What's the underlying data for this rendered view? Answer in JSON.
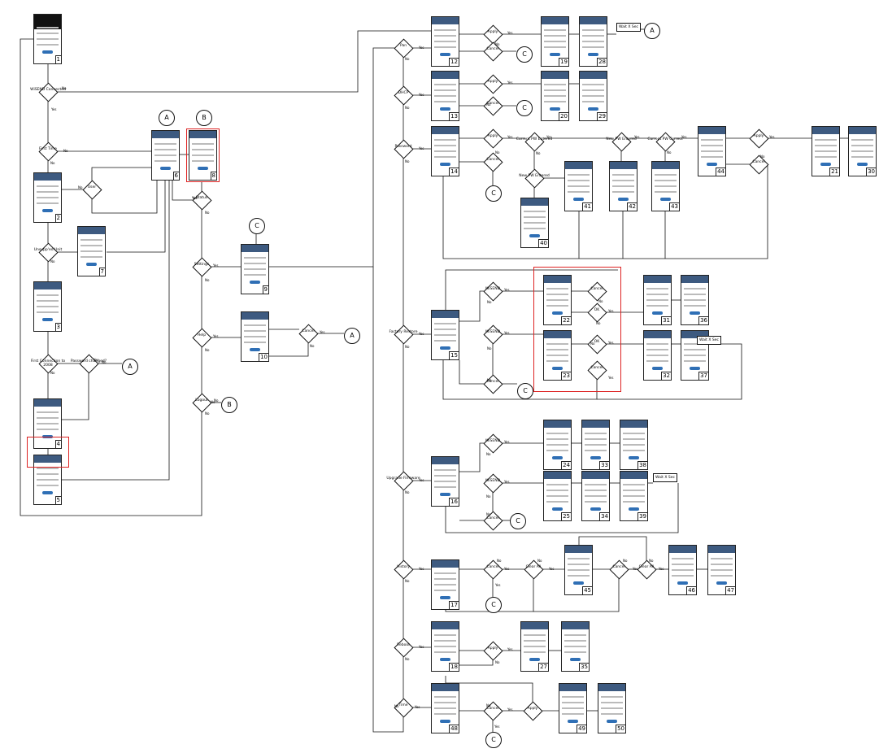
{
  "screens": [
    "1",
    "2",
    "3",
    "4",
    "5",
    "6",
    "7",
    "8",
    "9",
    "10",
    "12",
    "13",
    "14",
    "15",
    "16",
    "17",
    "18",
    "19",
    "20",
    "21",
    "22",
    "23",
    "24",
    "25",
    "27",
    "28",
    "29",
    "30",
    "31",
    "32",
    "33",
    "34",
    "35",
    "36",
    "37",
    "38",
    "39",
    "40",
    "41",
    "42",
    "43",
    "44",
    "45",
    "46",
    "47",
    "48",
    "49",
    "50"
  ],
  "decisions": {
    "d_ws_connected": "WiSEND Connected",
    "d_first_time": "First Time",
    "d_user": "User",
    "d_unsupported": "Unsupp'ed Unit",
    "d_fw_2008": "First Connection to 2008",
    "d_pw_changed": "Password changed?",
    "d_status": "Status",
    "d_settings": "Settings",
    "d_help": "Help",
    "d_cancel_help": "Cancel",
    "d_logout": "Logout",
    "d_pan": "Pan",
    "d_apply_pan": "Apply",
    "d_cancel_pan": "Cancel",
    "d_dhcp": "DHCP",
    "d_apply_dhcp": "Apply",
    "d_cancel_dhcp": "Cancel",
    "d_password": "Password",
    "d_apply_pw": "Apply",
    "d_cancel_pw": "Cancel",
    "d_curr_pw": "Current PW Entered",
    "d_new_pw": "New PW Entered",
    "d_new_pw2": "New PW Entered",
    "d_correct_pw": "Current PW Correct",
    "d_apply_pw2": "Apply",
    "d_cancel_pw2": "Cancel",
    "d_factory": "Factory Restore",
    "d_ws_fr": "WiSEND",
    "d_ws_fr2": "WiSEND",
    "d_cancel_fr": "Cancel",
    "d_cancel_fr2": "Cancel",
    "d_cancel_fr3": "Cancel",
    "d_ok_fr": "OK",
    "d_ok_fr2": "OK",
    "d_upgrade": "Upgrade Firmware",
    "d_ws_up": "WiSEND",
    "d_ws_up2": "WiSEND",
    "d_cancel_up": "Cancel",
    "d_history": "History",
    "d_cancel_hist": "Cancel",
    "d_clear_all": "Clear All",
    "d_cancel_hist2": "Cancel",
    "d_clear_all2": "Clear All",
    "d_reboot": "Reboot",
    "d_apply_reboot": "Apply",
    "d_time": "Time",
    "d_cancel_time": "Cancel",
    "d_apply_time": "Apply"
  },
  "connectors": {
    "a": "A",
    "b": "B",
    "c": "C"
  },
  "boxes": {
    "wait_sec": "Wait X Sec",
    "wait_sec2": "Wait X Sec",
    "wait_sec3": "Wait X Sec"
  },
  "edge_labels": {
    "yes": "Yes",
    "no": "No"
  }
}
